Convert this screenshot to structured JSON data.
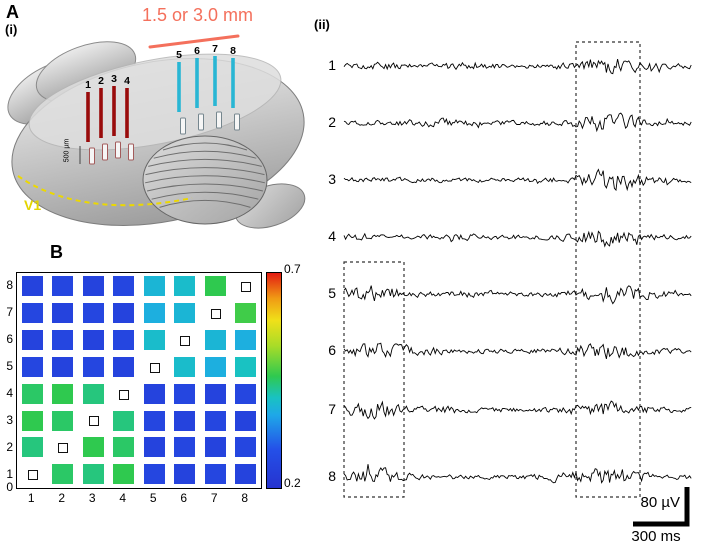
{
  "panels": {
    "a": {
      "label": "A",
      "sub_label": "(i)"
    },
    "b": {
      "label": "B"
    },
    "ii": {
      "label": "(ii)"
    }
  },
  "schematic": {
    "distance_label": "1.5 or 3.0 mm",
    "area_label": "V1",
    "depth_scale_label": "500 µm",
    "red_electrode_labels": [
      "1",
      "2",
      "3",
      "4"
    ],
    "cyan_electrode_labels": [
      "5",
      "6",
      "7",
      "8"
    ],
    "colors": {
      "distance_text": "#f4705c",
      "red_electrode": "#990b0b",
      "cyan_electrode": "#29b6d4",
      "area_text": "#e3d400"
    }
  },
  "chart_data": [
    {
      "type": "heatmap",
      "title": "",
      "x_tick_labels": [
        "1",
        "2",
        "3",
        "4",
        "5",
        "6",
        "7",
        "8"
      ],
      "y_tick_labels_top_to_bottom": [
        "8",
        "7",
        "6",
        "5",
        "4",
        "3",
        "2",
        "1"
      ],
      "origin_label": "0",
      "value_range": [
        0.2,
        0.7
      ],
      "colorbar_top_label": "0.7",
      "colorbar_bottom_label": "0.2",
      "diagonal_marker": "small open square (self pair)",
      "colormap_stops": [
        [
          0,
          "#2633cf"
        ],
        [
          0.18,
          "#2450e8"
        ],
        [
          0.34,
          "#1ea8e8"
        ],
        [
          0.42,
          "#19c2c2"
        ],
        [
          0.52,
          "#2fc94f"
        ],
        [
          0.66,
          "#a8dc28"
        ],
        [
          0.78,
          "#f0e019"
        ],
        [
          0.88,
          "#f09c14"
        ],
        [
          1,
          "#e31b12"
        ]
      ],
      "rows_top_to_bottom": [
        [
          0.25,
          0.26,
          0.25,
          0.26,
          0.39,
          0.4,
          0.46,
          null
        ],
        [
          0.26,
          0.25,
          0.26,
          0.25,
          0.38,
          0.39,
          null,
          0.47
        ],
        [
          0.25,
          0.26,
          0.25,
          0.26,
          0.4,
          null,
          0.39,
          0.38
        ],
        [
          0.26,
          0.25,
          0.26,
          0.25,
          null,
          0.4,
          0.38,
          0.41
        ],
        [
          0.45,
          0.46,
          0.44,
          null,
          0.25,
          0.26,
          0.25,
          0.26
        ],
        [
          0.46,
          0.45,
          null,
          0.44,
          0.26,
          0.25,
          0.26,
          0.25
        ],
        [
          0.44,
          null,
          0.46,
          0.45,
          0.25,
          0.26,
          0.25,
          0.26
        ],
        [
          null,
          0.45,
          0.44,
          0.46,
          0.26,
          0.25,
          0.26,
          0.25
        ]
      ]
    },
    {
      "type": "line",
      "trace_labels": [
        "1",
        "2",
        "3",
        "4",
        "5",
        "6",
        "7",
        "8"
      ],
      "scale_bars": {
        "voltage": "80 µV",
        "time": "300 ms"
      },
      "epoch_boxes": {
        "left_box_traces": [
          "5",
          "6",
          "7",
          "8"
        ],
        "right_box_traces": [
          "1",
          "2",
          "3",
          "4",
          "5",
          "6",
          "7",
          "8"
        ]
      }
    }
  ]
}
